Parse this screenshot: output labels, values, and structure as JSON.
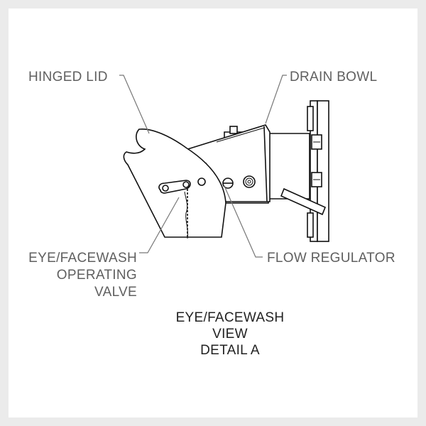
{
  "labels": {
    "hinged_lid": "HINGED LID",
    "drain_bowl": "DRAIN BOWL",
    "flow_regulator": "FLOW REGULATOR",
    "operating_valve": [
      "EYE/FACEWASH",
      "OPERATING",
      "VALVE"
    ]
  },
  "caption": [
    "EYE/FACEWASH",
    "VIEW",
    "DETAIL A"
  ]
}
